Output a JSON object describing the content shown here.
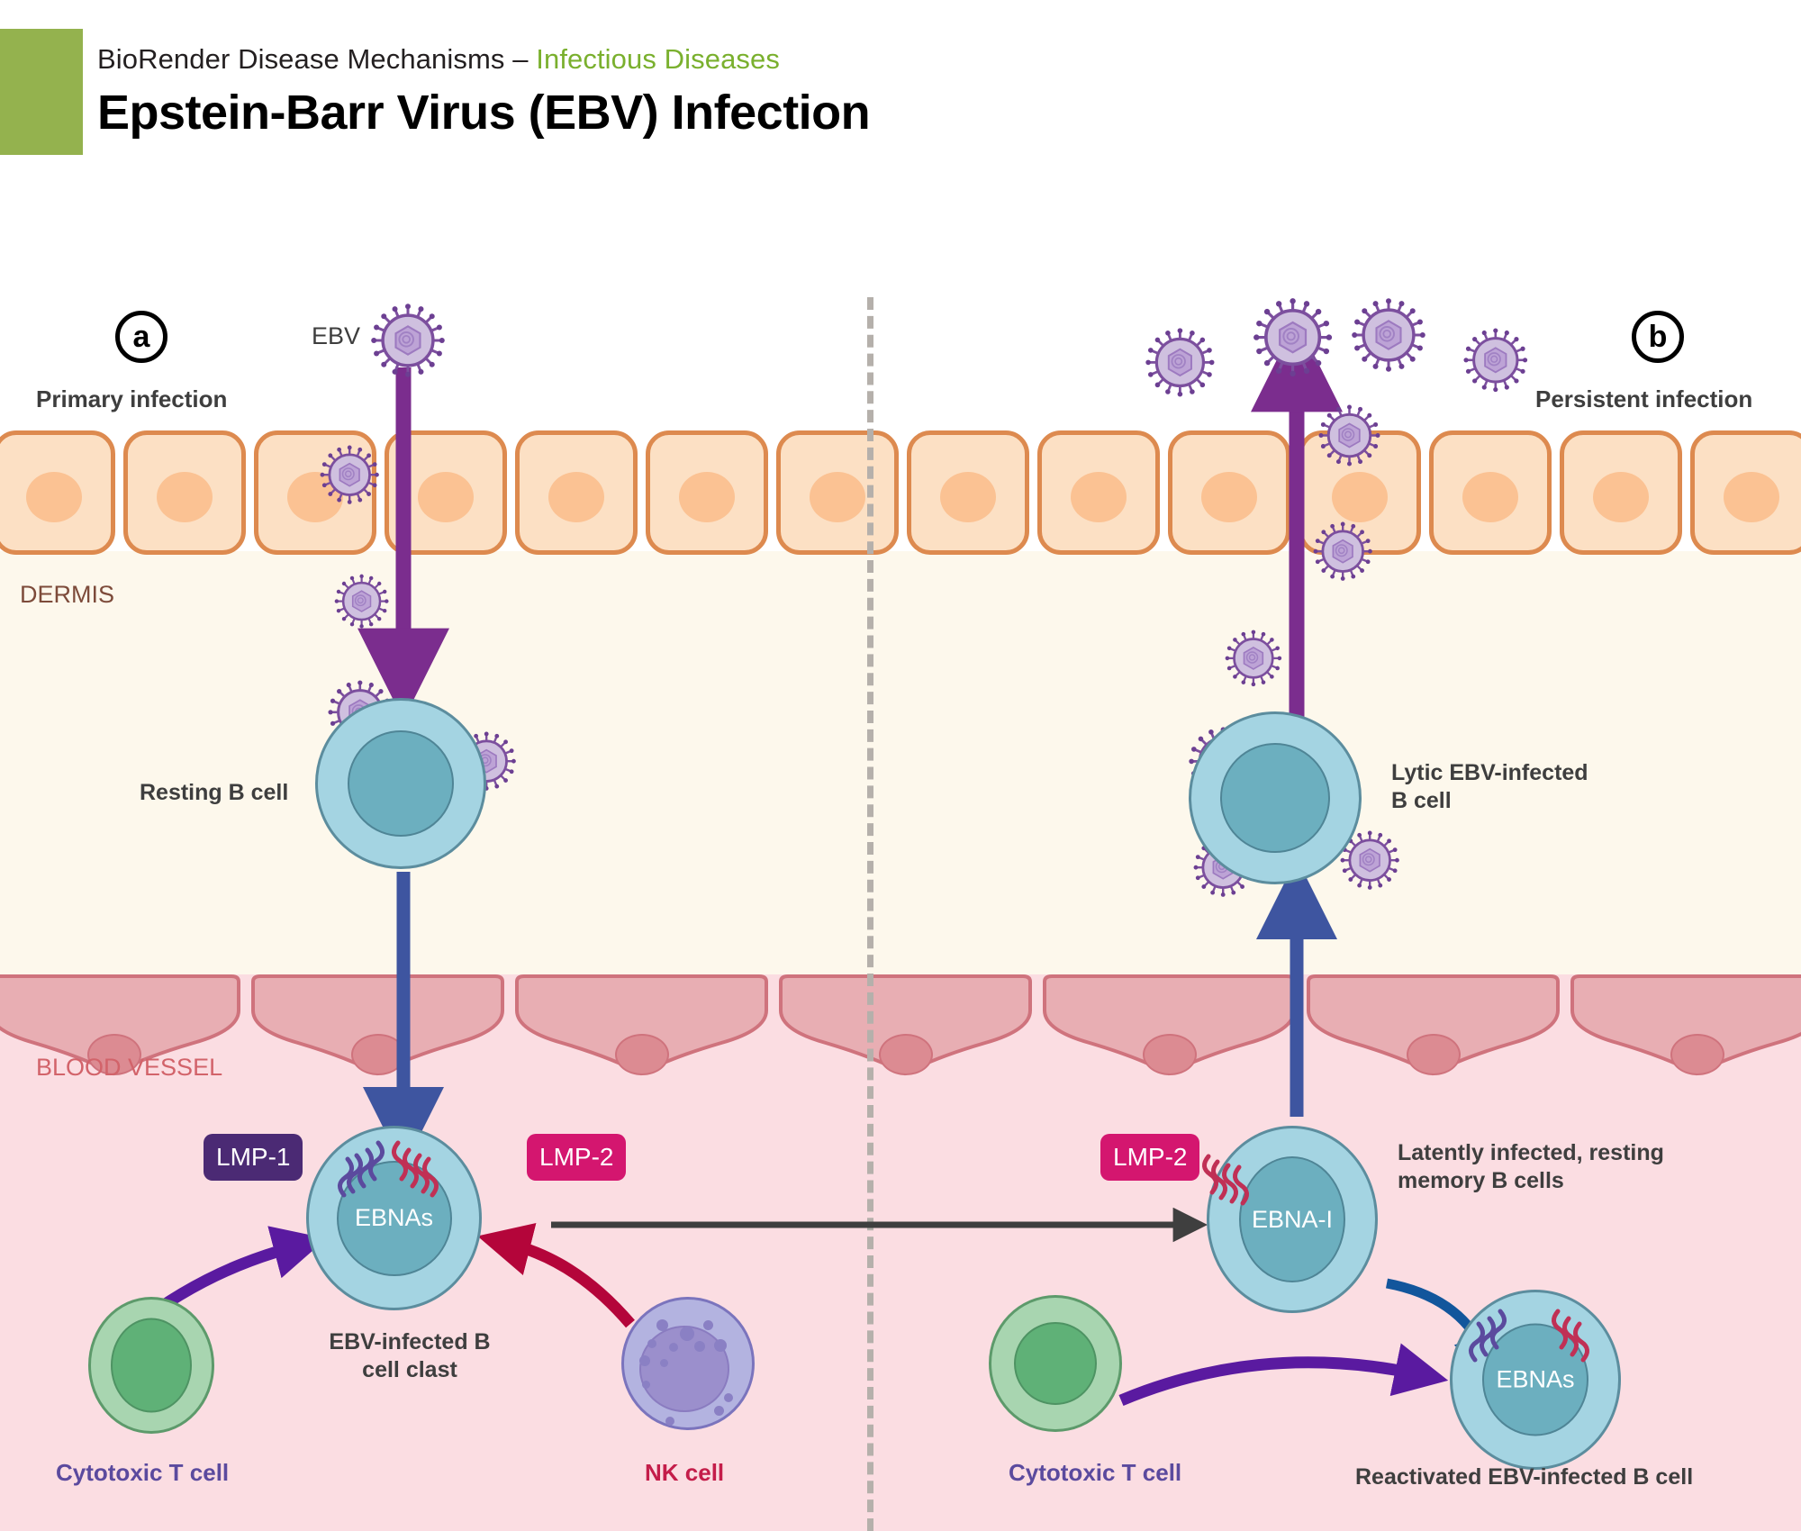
{
  "header": {
    "series": "BioRender Disease Mechanisms – ",
    "category": "Infectious Diseases",
    "title": "Epstein-Barr Virus (EBV) Infection",
    "accent_color": "#7ab02e",
    "sidebar_color": "#94b24e"
  },
  "panels": [
    {
      "marker": "a",
      "label": "Primary infection"
    },
    {
      "marker": "b",
      "label": "Persistent infection"
    }
  ],
  "regions": {
    "dermis": "DERMIS",
    "blood_vessel": "BLOOD VESSEL",
    "dermis_color": "#7d4b3a",
    "vessel_color": "#d2636a"
  },
  "labels": {
    "ebv": "EBV",
    "resting_b_cell": "Resting B cell",
    "lytic_b_cell": "Lytic EBV-infected\nB cell",
    "lytic_b_cell_line1": "Lytic EBV-infected",
    "lytic_b_cell_line2": "B cell",
    "ebv_infected_clast_line1": "EBV-infected B",
    "ebv_infected_clast_line2": "cell clast",
    "latent_line1": "Latently infected, resting",
    "latent_line2": "memory B cells",
    "reactivated": "Reactivated EBV-infected B cell",
    "cytotoxic_t_cell_left": "Cytotoxic T cell",
    "cytotoxic_t_cell_right": "Cytotoxic T cell",
    "nk_cell": "NK cell"
  },
  "badges": [
    {
      "text": "LMP-1",
      "color": "#4b2a74",
      "side": "left"
    },
    {
      "text": "LMP-2",
      "color": "#d4166f",
      "side": "right"
    },
    {
      "text": "LMP-2",
      "color": "#d4166f",
      "side": "right-panel"
    }
  ],
  "nuclei": {
    "ebnas_left": "EBNAs",
    "ebna_i": "EBNA-I",
    "ebnas_reactivated": "EBNAs"
  },
  "colors": {
    "virus_stroke": "#7c4f9e",
    "virus_fill": "#cfc0df",
    "virus_capsid": "#b89cd2",
    "epithelium_fill": "#fce0c4",
    "epithelium_stroke": "#dd8a4f",
    "epithelium_nucleus": "#fbc293",
    "dermis_bg": "#fdf8ec",
    "vessel_bg": "#fbdde2",
    "endothelium_fill": "#e8aeb3",
    "endothelium_stroke": "#cf737d",
    "b_cell_fill": "#a4d4e2",
    "b_cell_nucleus": "#6cafbf",
    "t_cell_fill": "#a8d5b0",
    "nk_cell_fill": "#b3b3e0",
    "arrow_purple": "#7b2d8e",
    "arrow_blue": "#3e55a0",
    "arrow_dark_blue": "#12569c",
    "arrow_crimson": "#b4053a",
    "arrow_violet": "#5a1aa0",
    "arrow_gray": "#3f3f3f",
    "divider": "#b5b0ab"
  }
}
